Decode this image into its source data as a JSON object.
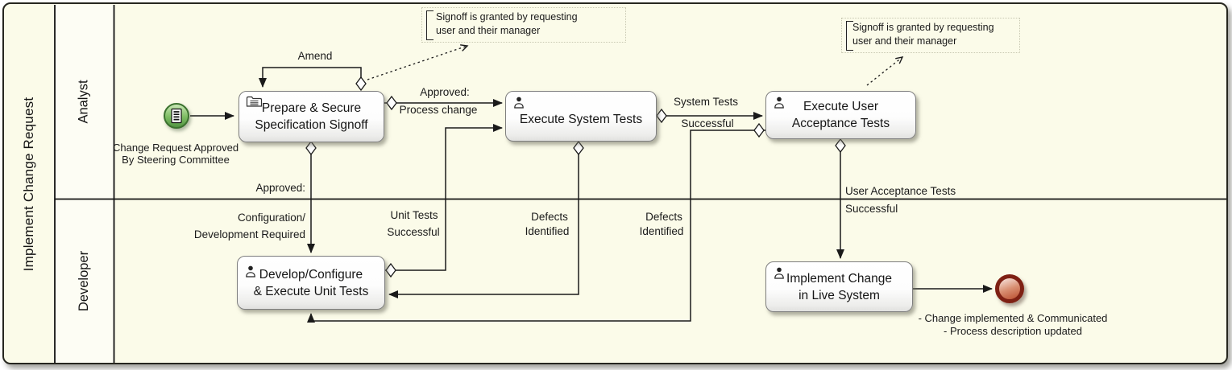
{
  "pool": {
    "title": "Implement Change Request",
    "lanes": [
      "Analyst",
      "Developer"
    ]
  },
  "start_event": {
    "icon": "document-icon",
    "label1": "Change Request Approved",
    "label2": "By Steering Committee"
  },
  "end_event": {
    "icon": "terminate-circle",
    "note1": "- Change implemented & Communicated",
    "note2": "- Process description updated"
  },
  "tasks": {
    "prepare": {
      "icon": "folder-icon",
      "line1": "Prepare & Secure",
      "line2": "Specification Signoff"
    },
    "execute_system_tests": {
      "icon": "user-icon",
      "line1": "Execute System Tests"
    },
    "execute_uat": {
      "icon": "user-icon",
      "line1": "Execute User",
      "line2": "Acceptance Tests"
    },
    "develop": {
      "icon": "user-icon",
      "line1": "Develop/Configure",
      "line2": "& Execute Unit Tests"
    },
    "implement": {
      "icon": "user-icon",
      "line1": "Implement Change",
      "line2": "in Live System"
    }
  },
  "annotations": {
    "signoff_spec": {
      "line1": "Signoff is granted by requesting",
      "line2": "user and their manager"
    },
    "signoff_uat": {
      "line1": "Signoff is granted by requesting",
      "line2": "user and their manager"
    }
  },
  "flow_labels": {
    "amend": "Amend",
    "approved_process1": "Approved:",
    "approved_process2": "Process change",
    "system_tests1": "System Tests",
    "system_tests2": "Successful",
    "approved": "Approved:",
    "config1": "Configuration/",
    "config2": "Development Required",
    "unit1": "Unit Tests",
    "unit2": "Successful",
    "defects1a": "Defects",
    "defects1b": "Identified",
    "defects2a": "Defects",
    "defects2b": "Identified",
    "uat1": "User Acceptance Tests",
    "uat2": "Successful"
  },
  "colors": {
    "background": "#fbfbe9",
    "task_border": "#7e7e7e",
    "start_green": "#4c9a3f",
    "end_red": "#7e2013",
    "line": "#1a1a1a"
  }
}
